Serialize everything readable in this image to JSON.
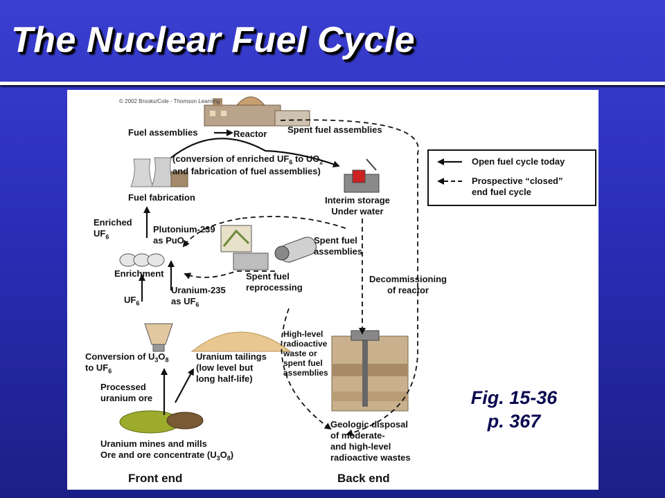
{
  "title": "The Nuclear Fuel Cycle",
  "copyright": "© 2002 Brooks/Cole - Thomson Learning",
  "figure_caption": {
    "line1": "Fig. 15-36",
    "line2": "p. 367"
  },
  "legend": {
    "open": "Open fuel cycle today",
    "closed_line1": "Prospective “closed”",
    "closed_line2": "end fuel cycle"
  },
  "labels": {
    "fuel_assemblies": "Fuel assemblies",
    "reactor": "Reactor",
    "spent_fuel_assemblies_top": "Spent fuel assemblies",
    "conversion_line1": "(conversion of enriched UF",
    "conversion_sub1": "6",
    "conversion_mid": " to UO",
    "conversion_sub2": "2",
    "conversion_line2": "and fabrication of fuel assemblies)",
    "fuel_fabrication": "Fuel fabrication",
    "interim_storage": "Interim storage\nUnder water",
    "enriched": "Enriched",
    "enriched_uf": "UF",
    "enriched_sub": "6",
    "plutonium": "Plutonium-239",
    "as_puo": "as PuO",
    "as_puo_sub": "2",
    "spent_fuel_mid": "Spent fuel\nassemblies",
    "enrichment": "Enrichment",
    "spent_fuel_reprocessing": "Spent fuel\nreprocessing",
    "uranium235": "Uranium-235",
    "as_uf": "as UF",
    "as_uf_sub": "6",
    "decommissioning": "Decommissioning\nof reactor",
    "uf6_uf": "UF",
    "uf6_sub": "6",
    "high_level": "High-level\nradioactive\nwaste or\nspent fuel\nassemblies",
    "conversion_u3o8_a": "Conversion of U",
    "conversion_u3o8_s1": "3",
    "conversion_u3o8_b": "O",
    "conversion_u3o8_s2": "8",
    "to_uf": "to UF",
    "to_uf_sub": "6",
    "uranium_tailings": "Uranium tailings\n(low level but\nlong half-life)",
    "processed_ore": "Processed\nuranium ore",
    "mines_line1": "Uranium mines and mills",
    "mines_line2a": "Ore and ore concentrate (U",
    "mines_s1": "3",
    "mines_line2b": "O",
    "mines_s2": "8",
    "mines_line2c": ")",
    "geologic": "Geologic disposal\nof moderate-\nand high-level\nradioactive wastes",
    "front_end": "Front end",
    "back_end": "Back end"
  },
  "icons": [
    "reactor-building-icon",
    "cooling-tower-icon",
    "storage-pool-icon",
    "centrifuge-cylinders-icon",
    "reprocessing-plant-icon",
    "fuel-assembly-icon",
    "conversion-hopper-icon",
    "tailings-pile-icon",
    "ore-pile-icon",
    "geologic-repository-icon"
  ],
  "colors": {
    "background": "#2a2eb8",
    "title": "#ffffff",
    "caption": "#0a0a50"
  }
}
